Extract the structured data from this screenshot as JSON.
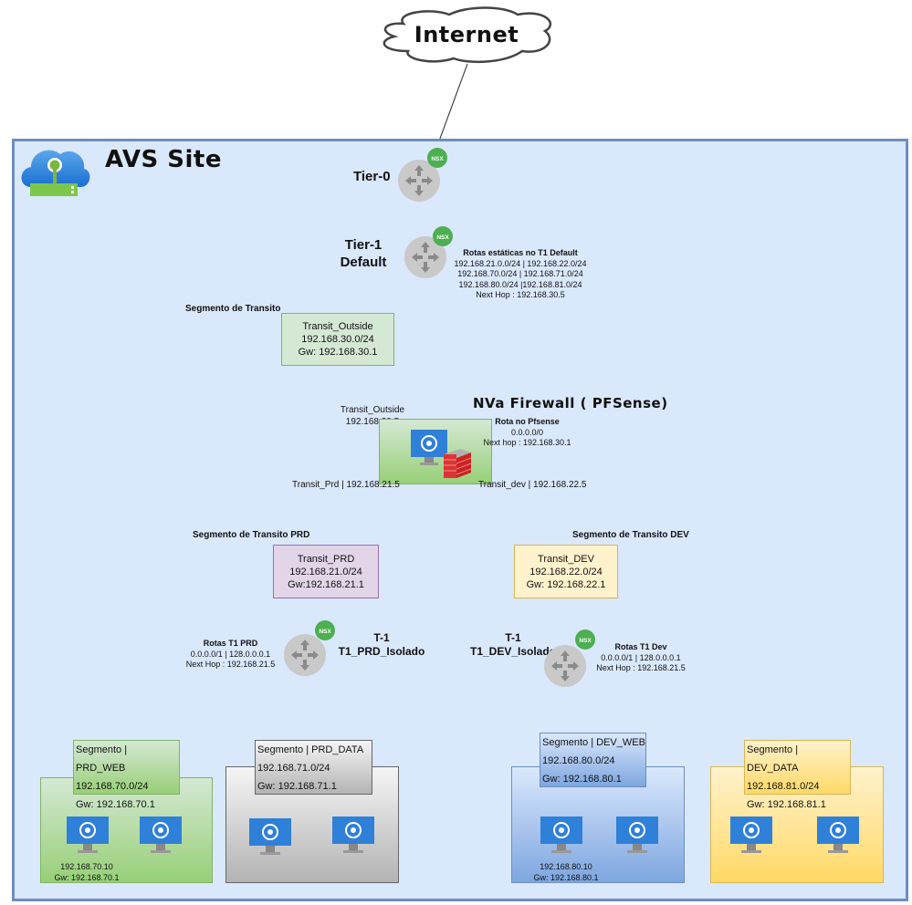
{
  "internet": {
    "label": "Internet"
  },
  "site": {
    "title": "AVS Site"
  },
  "tier0": {
    "label": "Tier-0",
    "badge": "NSX"
  },
  "tier1_default": {
    "label_line1": "Tier-1",
    "label_line2": "Default",
    "badge": "NSX",
    "routes": {
      "title": "Rotas estáticas no T1 Default",
      "lines": [
        "192.168.21.0.0/24 | 192.168.22.0/24",
        "192.168.70.0/24 | 192.168.71.0/24",
        "192.168.80.0/24 |192.168.81.0/24",
        "Next Hop : 192.168.30.5"
      ]
    }
  },
  "transit_segment": {
    "heading": "Segmento de Transito",
    "name": "Transit_Outside",
    "subnet": "192.168.30.0/24",
    "gateway": "Gw: 192.168.30.1",
    "color": "#d5e8d4"
  },
  "firewall": {
    "title": "NVa Firewall ( PFSense)",
    "outside_if_name": "Transit_Outside",
    "outside_if_ip": "192.168.30.5",
    "route_title": "Rota no Pfsense",
    "route_dest": "0.0.0.0/0",
    "route_next_hop": "Next hop : 192.168.30.1",
    "prd_if": "Transit_Prd | 192.168.21.5",
    "dev_if": "Transit_dev | 192.168.22.5"
  },
  "transit_prd": {
    "heading": "Segmento de Transito PRD",
    "name": "Transit_PRD",
    "subnet": "192.168.21.0/24",
    "gateway": "Gw:192.168.21.1",
    "color": "#e1d5e7"
  },
  "transit_dev": {
    "heading": "Segmento de Transito DEV",
    "name": "Transit_DEV",
    "subnet": "192.168.22.0/24",
    "gateway": "Gw: 192.168.22.1",
    "color": "#fff2cc"
  },
  "t1_prd": {
    "label_line1": "T-1",
    "label_line2": "T1_PRD_Isolado",
    "badge": "NSX",
    "routes": {
      "title": "Rotas  T1 PRD",
      "lines": [
        "0.0.0.0/1 | 128.0.0.0.1",
        "Next Hop : 192.168.21.5"
      ]
    }
  },
  "t1_dev": {
    "label_line1": "T-1",
    "label_line2": "T1_DEV_Isolado",
    "badge": "NSX",
    "routes": {
      "title": "Rotas T1 Dev",
      "lines": [
        "0.0.0.0/1 | 128.0.0.0.1",
        "Next Hop : 192.168.21.5"
      ]
    }
  },
  "segments": [
    {
      "name": "Segmento | PRD_WEB",
      "subnet": "192.168.70.0/24",
      "gateway": "Gw: 192.168.70.1",
      "vm_ip": "192.168.70.10",
      "vm_gw": "Gw: 192.168.70.1"
    },
    {
      "name": "Segmento | PRD_DATA",
      "subnet": "192.168.71.0/24",
      "gateway": "Gw: 192.168.71.1"
    },
    {
      "name": "Segmento | DEV_WEB",
      "subnet": "192.168.80.0/24",
      "gateway": "Gw: 192.168.80.1",
      "vm_ip": "192.168.80.10",
      "vm_gw": "Gw: 192.168.80.1"
    },
    {
      "name": "Segmento | DEV_DATA",
      "subnet": "192.168.81.0/24",
      "gateway": "Gw: 192.168.81.1"
    }
  ],
  "colors": {
    "site_fill": "#dae8fc",
    "site_border": "#6c8ebf",
    "nsx_green": "#4caf50",
    "router_gray": "#c8c8c8",
    "vm_blue": "#2f80d8"
  }
}
